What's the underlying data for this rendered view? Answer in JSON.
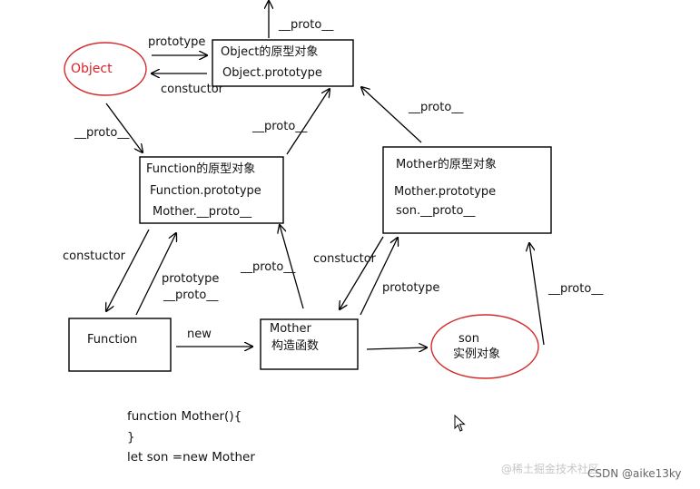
{
  "nodes": {
    "object_ellipse": "Object",
    "object_proto": {
      "line1": "Object的原型对象",
      "line2": "Object.prototype"
    },
    "function_proto": {
      "line1": "Function的原型对象",
      "line2": "Function.prototype",
      "line3": "Mother.__proto__"
    },
    "mother_proto": {
      "line1": "Mother的原型对象",
      "line2": "Mother.prototype",
      "line3": "son.__proto__"
    },
    "function_box": "Function",
    "mother_ctor": {
      "line1": "Mother",
      "line2": "构造函数"
    },
    "son_ellipse": {
      "line1": "son",
      "line2": "实例对象"
    }
  },
  "labels": {
    "top_proto": "__proto__",
    "obj_prototype": "prototype",
    "obj_constructor": "constuctor",
    "object_proto_left": "__proto__",
    "funcproto_to_objproto": "__proto__",
    "motherproto_to_objproto": "__proto__",
    "func_constructor": "constuctor",
    "func_prototype": "prototype",
    "func_proto_self": "__proto__",
    "mother_to_funcproto": "__proto__",
    "mother_constructor": "constuctor",
    "mother_prototype": "prototype",
    "new_label": "new",
    "son_proto": "__proto__"
  },
  "code": {
    "line1": "function Mother(){",
    "line2": "}",
    "line3": "let son =new Mother"
  },
  "watermark": {
    "juejin": "@稀土掘金技术社区",
    "csdn": "CSDN @aike13ky"
  },
  "colors": {
    "ellipse_stroke": "#d42a2a",
    "object_text": "#e0202a"
  }
}
